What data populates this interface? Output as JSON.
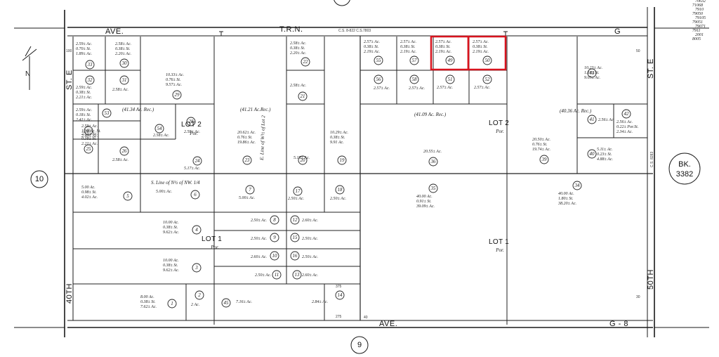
{
  "roads": {
    "top_ave": "AVE.",
    "top_g": "G",
    "trn": "T.R.N.",
    "cs_top": "C.S. 8-822   C.S.7803",
    "ste_left": "ST. E",
    "ste_right": "ST. E",
    "fortieth": "40TH",
    "fiftieth": "50TH",
    "bottom_ave": "AVE.",
    "bottom_g8": "G - 8",
    "cs_right": "C.S. 8283",
    "lot1_line": "S. Line of N½ of NW. 1/4",
    "lot2_line": "E. Line of W½ of Lot 2"
  },
  "circles": {
    "ten": "10",
    "nine": "9",
    "bk": "BK.",
    "bk_num": "3382"
  },
  "lots": [
    {
      "text": "LOT 2",
      "sub": "Por."
    },
    {
      "text": "LOT 1",
      "sub": "Por."
    },
    {
      "text": "LOT 2",
      "sub": "Por."
    },
    {
      "text": "LOT 1",
      "sub": "Por."
    }
  ],
  "records": [
    "(41.34 Ac. Rec.)",
    "(41.21 Ac.Rec.)",
    "(41.09 Ac. Rec.)",
    "(40.36 Ac. Rec.)"
  ],
  "parcels": [
    {
      "num": "1",
      "a": "8.00 Ac.",
      "b": "0.38± St.",
      "c": "7.62± Ac."
    },
    {
      "num": "2",
      "a": "2 Ac.",
      "b": "",
      "c": ""
    },
    {
      "num": "3",
      "a": "10.00 Ac.",
      "b": "0.38± St.",
      "c": "9.62± Ac."
    },
    {
      "num": "4",
      "a": "10.00 Ac.",
      "b": "0.38± St.",
      "c": "9.62± Ac."
    },
    {
      "num": "5",
      "a": "5.00 Ac.",
      "b": "0.98± St.",
      "c": "4.02± Ac."
    },
    {
      "num": "6",
      "a": "5.00± Ac.",
      "b": "",
      "c": ""
    },
    {
      "num": "7",
      "a": "5.00± Ac.",
      "b": "",
      "c": ""
    },
    {
      "num": "8",
      "a": "2.50± Ac.",
      "b": "",
      "c": ""
    },
    {
      "num": "9",
      "a": "2.50± Ac.",
      "b": "",
      "c": ""
    },
    {
      "num": "10",
      "a": "2.60± Ac.",
      "b": "",
      "c": ""
    },
    {
      "num": "11",
      "a": "2.50± Ac.",
      "b": "",
      "c": ""
    },
    {
      "num": "12",
      "a": "2.60± Ac.",
      "b": "",
      "c": ""
    },
    {
      "num": "13",
      "a": "2.60± Ac.",
      "b": "",
      "c": ""
    },
    {
      "num": "14",
      "a": "2.84± Ac.",
      "b": "",
      "c": ""
    },
    {
      "num": "15",
      "a": "2.50± Ac.",
      "b": "",
      "c": ""
    },
    {
      "num": "16",
      "a": "2.50± Ac.",
      "b": "",
      "c": ""
    },
    {
      "num": "17",
      "a": "2.50± Ac.",
      "b": "",
      "c": ""
    },
    {
      "num": "18",
      "a": "2.50± Ac.",
      "b": "",
      "c": ""
    },
    {
      "num": "19",
      "a": "10.29± Ac.",
      "b": "0.38± St.",
      "c": "9.91 Ac."
    },
    {
      "num": "20",
      "a": "5.15± Ac.",
      "b": "",
      "c": ""
    },
    {
      "num": "21",
      "a": "2.58± Ac.",
      "b": "",
      "c": ""
    },
    {
      "num": "22",
      "a": "2.58± Ac.",
      "b": "0.38± St.",
      "c": "2.20± Ac."
    },
    {
      "num": "23",
      "a": "20.62± Ac.",
      "b": "0.76± St.",
      "c": "19.86± Ac."
    },
    {
      "num": "24",
      "a": "5.17± Ac.",
      "b": "",
      "c": ""
    },
    {
      "num": "25",
      "a": "2.59± Ac.",
      "b": "0.38± St.",
      "c": "2.21± Ac."
    },
    {
      "num": "26",
      "a": "2.58± Ac.",
      "b": "",
      "c": ""
    },
    {
      "num": "28",
      "a": "2.58± Ac.",
      "b": "",
      "c": ""
    },
    {
      "num": "29",
      "a": "10.33± Ac.",
      "b": "0.76± St.",
      "c": "9.57± Ac."
    },
    {
      "num": "30",
      "a": "2.58± Ac.",
      "b": "0.38± St.",
      "c": "2.20± Ac."
    },
    {
      "num": "31",
      "a": "2.58± Ac.",
      "b": "",
      "c": ""
    },
    {
      "num": "32",
      "a": "2.59± Ac.",
      "b": "0.38± St.",
      "c": "2.21± Ac."
    },
    {
      "num": "33",
      "a": "2.59± Ac.",
      "b": "0.70± St.",
      "c": "1.89± Ac."
    },
    {
      "num": "34",
      "a": "40.00 Ac.",
      "b": "1.80± St.",
      "c": "38.20± Ac."
    },
    {
      "num": "35",
      "a": "40.00 Ac.",
      "b": "0.91± St.",
      "c": "39.09± Ac."
    },
    {
      "num": "36",
      "a": "20.55± Ac.",
      "b": "",
      "c": ""
    },
    {
      "num": "39",
      "a": "20.50± Ac.",
      "b": "0.76± St.",
      "c": "19.74± Ac."
    },
    {
      "num": "40",
      "a": "5.11± Ac.",
      "b": "0.23± St.",
      "c": "4.88± Ac."
    },
    {
      "num": "41",
      "a": "2.56± Ac.",
      "b": "",
      "c": ""
    },
    {
      "num": "42",
      "a": "2.56± Ac.",
      "b": "0.22± Por.St.",
      "c": "2.34± Ac."
    },
    {
      "num": "43",
      "a": "10.23± Ac.",
      "b": "1.18± St.",
      "c": "9.05± Ac."
    },
    {
      "num": "45",
      "a": "7.16± Ac.",
      "b": "",
      "c": ""
    },
    {
      "num": "46",
      "a": "2.59± Ac.",
      "b": "1.9± Ac. St.",
      "c": "2.40± Ac."
    },
    {
      "num": "49",
      "a": "2.57± Ac.",
      "b": "0.38± St.",
      "c": "2.19± Ac."
    },
    {
      "num": "50",
      "a": "2.57± Ac.",
      "b": "0.38± St.",
      "c": "2.19± Ac."
    },
    {
      "num": "51",
      "a": "2.57± Ac.",
      "b": "",
      "c": ""
    },
    {
      "num": "52",
      "a": "2.57± Ac.",
      "b": "",
      "c": ""
    },
    {
      "num": "53",
      "a": "2.59± Ac.",
      "b": "0.18± St.",
      "c": "2.41± Ac."
    },
    {
      "num": "54",
      "a": "2.58± Ac.",
      "b": "",
      "c": ""
    },
    {
      "num": "55",
      "a": "2.57± Ac.",
      "b": "0.38± St.",
      "c": "2.19± Ac."
    },
    {
      "num": "56",
      "a": "2.57± Ac.",
      "b": "",
      "c": ""
    },
    {
      "num": "57",
      "a": "2.57± Ac.",
      "b": "0.38± St.",
      "c": "2.19± Ac."
    },
    {
      "num": "58",
      "a": "2.57± Ac.",
      "b": "",
      "c": ""
    }
  ],
  "dims": {
    "d375a": "375",
    "d375b": "275",
    "d30": "30",
    "d100": "100",
    "d50": "50",
    "d40": "40"
  },
  "corner_list": [
    "70632",
    "71068",
    "7910",
    "79050",
    "79105",
    "79051",
    "79071",
    "7911",
    "2001",
    "8005"
  ],
  "colors": {
    "highlight": "#d8141e",
    "ink": "#1a1a1a"
  }
}
